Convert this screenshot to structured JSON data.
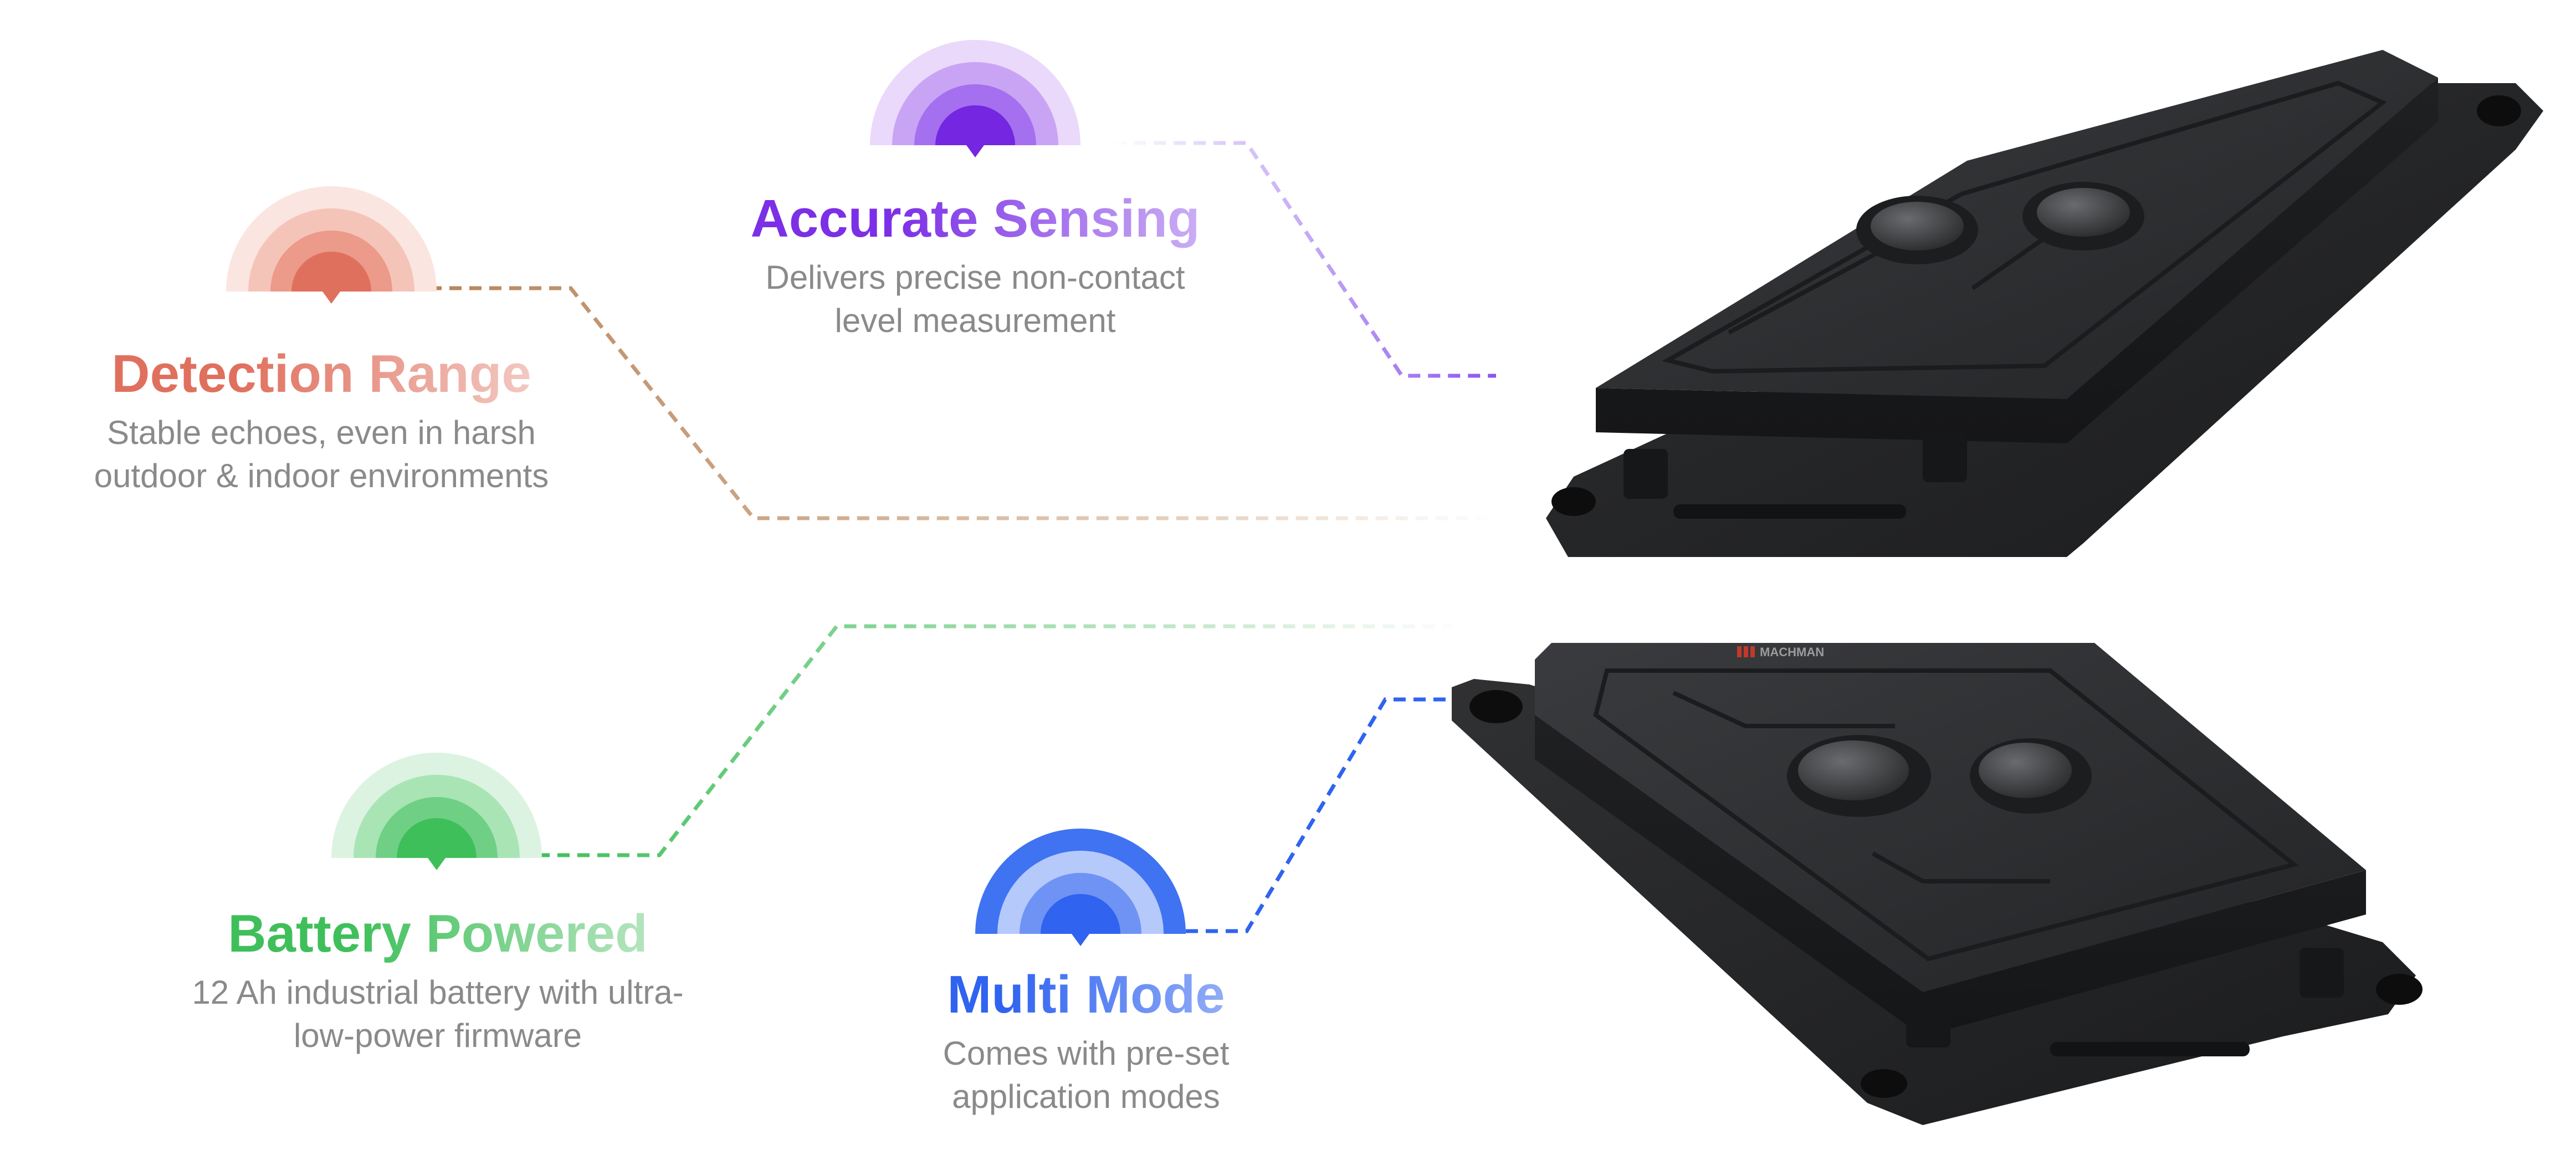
{
  "features": [
    {
      "id": "accurate-sensing",
      "title": "Accurate Sensing",
      "desc_lines": [
        "Delivers precise non-contact",
        "level measurement"
      ],
      "color": "#7b2fe6",
      "color_light": "#d8c4f6"
    },
    {
      "id": "detection-range",
      "title": "Detection Range",
      "desc_lines": [
        "Stable echoes, even in harsh",
        "outdoor & indoor environments"
      ],
      "color": "#e0705e",
      "color_light": "#f7ddd8"
    },
    {
      "id": "battery-powered",
      "title": "Battery Powered",
      "desc_lines": [
        "12 Ah industrial battery with ultra-",
        "low-power firmware"
      ],
      "color": "#3fbf5a",
      "color_light": "#d4efd9"
    },
    {
      "id": "multi-mode",
      "title": "Multi Mode",
      "desc_lines": [
        "Comes with pre-set",
        "application modes"
      ],
      "color": "#2f63f0",
      "color_light": "#cfdbfb"
    }
  ],
  "device": {
    "brand_mark": "MACHMAN",
    "body_color": "#2b2c2e",
    "accent": "#c0392b"
  }
}
